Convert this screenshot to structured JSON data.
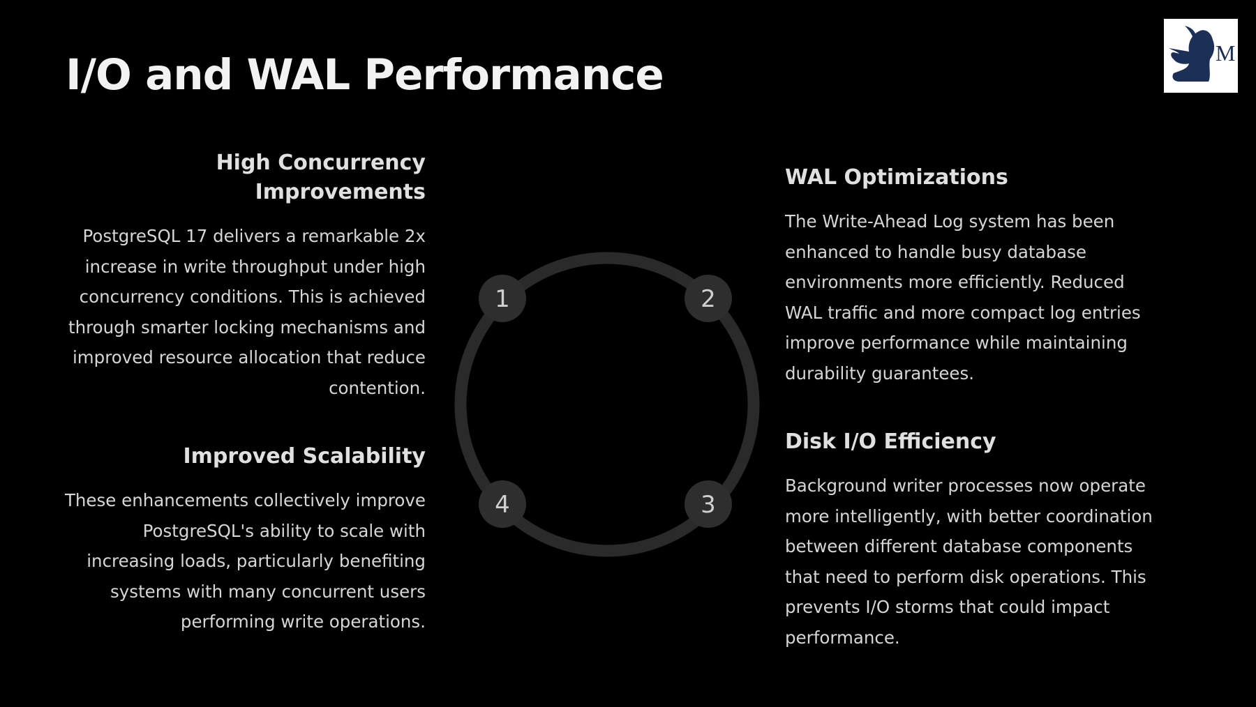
{
  "slide": {
    "title": "I/O and WAL Performance"
  },
  "logo": {
    "letter": "M",
    "icon": "unicorn-logo-icon"
  },
  "sections": {
    "one": {
      "number": "1",
      "heading_line1": "High Concurrency",
      "heading_line2": "Improvements",
      "body": "PostgreSQL 17 delivers a remarkable 2x increase in write throughput under high concurrency conditions. This is achieved through smarter locking mechanisms and improved resource allocation that reduce contention."
    },
    "two": {
      "number": "2",
      "heading": "WAL Optimizations",
      "body": "The Write-Ahead Log system has been enhanced to handle busy database environments more efficiently. Reduced WAL traffic and more compact log entries improve performance while maintaining durability guarantees."
    },
    "three": {
      "number": "3",
      "heading": "Disk I/O Efficiency",
      "body": "Background writer processes now operate more intelligently, with better coordination between different database components that need to perform disk operations. This prevents I/O storms that could impact performance."
    },
    "four": {
      "number": "4",
      "heading": "Improved Scalability",
      "body": "These enhancements collectively improve PostgreSQL's ability to scale with increasing loads, particularly benefiting systems with many concurrent users performing write operations."
    }
  },
  "colors": {
    "background": "#000000",
    "ring": "#2a2a2a",
    "badge": "#2e2e2e",
    "logo_navy": "#1b2f57"
  }
}
